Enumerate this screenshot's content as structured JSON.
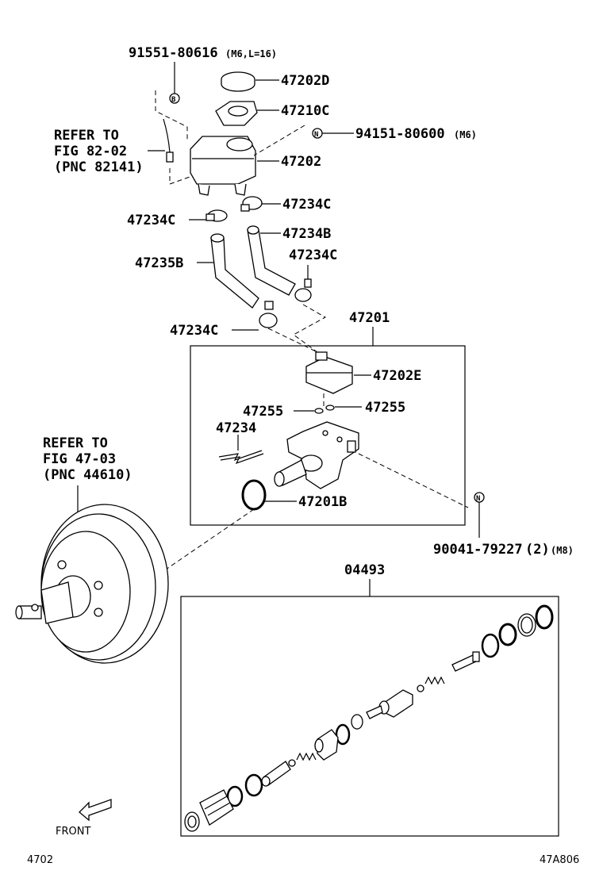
{
  "labels": {
    "p91551": "91551-80616",
    "p91551_spec": "(M6,L=16)",
    "p47202D": "47202D",
    "p47210C": "47210C",
    "p94151": "94151-80600",
    "p94151_spec": "(M6)",
    "p47202": "47202",
    "p47234C_a": "47234C",
    "p47234C_b": "47234C",
    "p47234B": "47234B",
    "p47234C_c": "47234C",
    "p47235B": "47235B",
    "p47234C_d": "47234C",
    "p47201": "47201",
    "p47202E": "47202E",
    "p47255_a": "47255",
    "p47255_b": "47255",
    "p47234": "47234",
    "p47201B": "47201B",
    "p90041": "90041-79227",
    "p90041_qty": "(2)",
    "p90041_spec": "(M8)",
    "p04493": "04493",
    "marker_b": "B",
    "marker_n1": "N",
    "marker_n2": "N"
  },
  "refs": {
    "ref1_line1": "REFER TO",
    "ref1_line2": "FIG 82-02",
    "ref1_line3": "(PNC 82141)",
    "ref2_line1": "REFER TO",
    "ref2_line2": "FIG 47-03",
    "ref2_line3": "(PNC 44610)"
  },
  "footer": {
    "front": "FRONT",
    "page_code": "4702",
    "diagram_code": "47A806"
  }
}
